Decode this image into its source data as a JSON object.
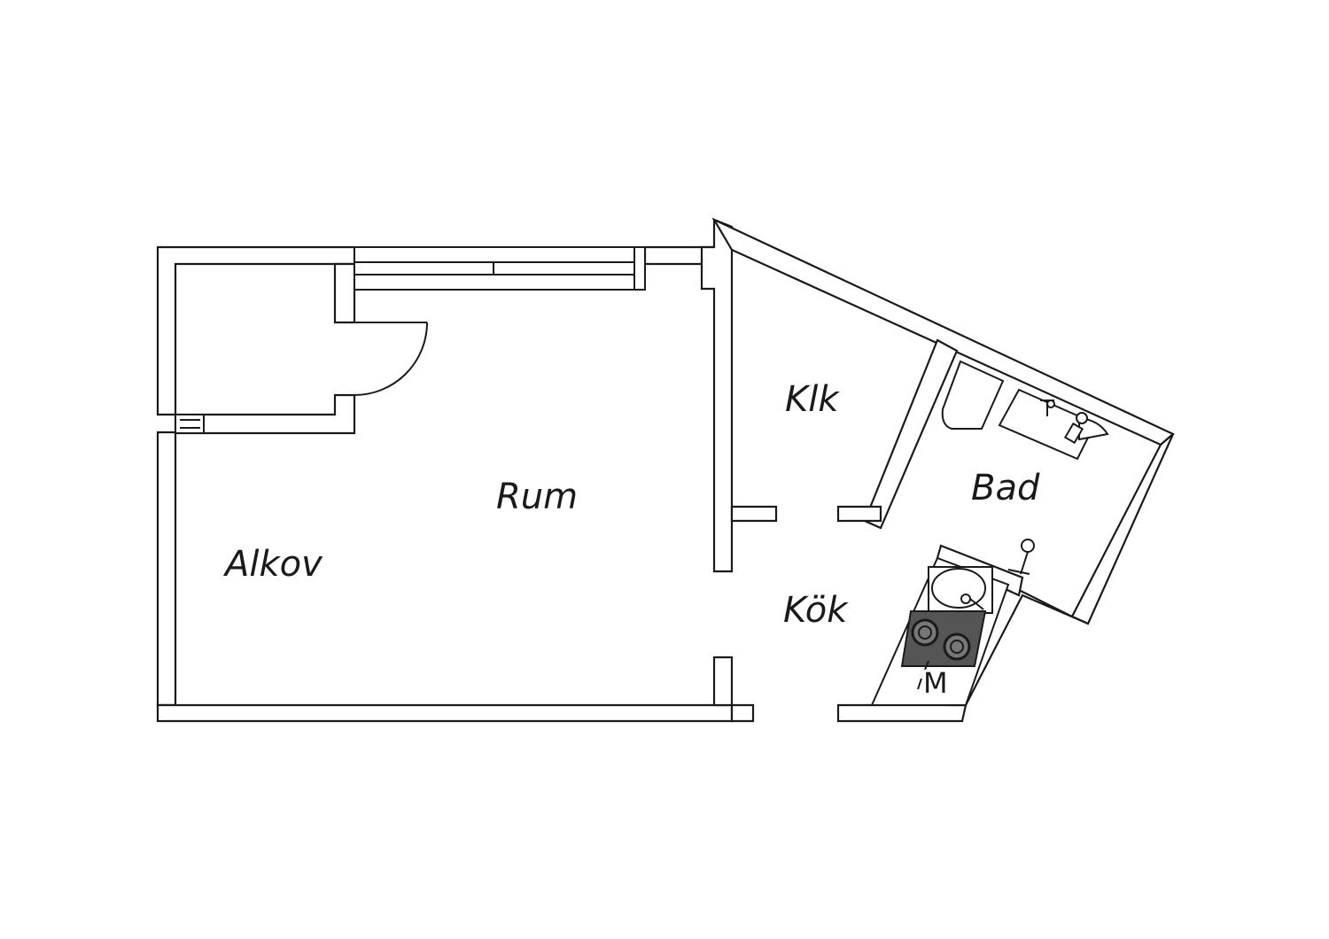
{
  "rooms": {
    "rum": "Rum",
    "alkov": "Alkov",
    "klk": "Klk",
    "bad": "Bad",
    "kok": "Kök"
  },
  "appliances": {
    "microwave": "M"
  },
  "colors": {
    "line": "#1a1a1a",
    "background": "#ffffff",
    "stove_fill": "#555555"
  }
}
